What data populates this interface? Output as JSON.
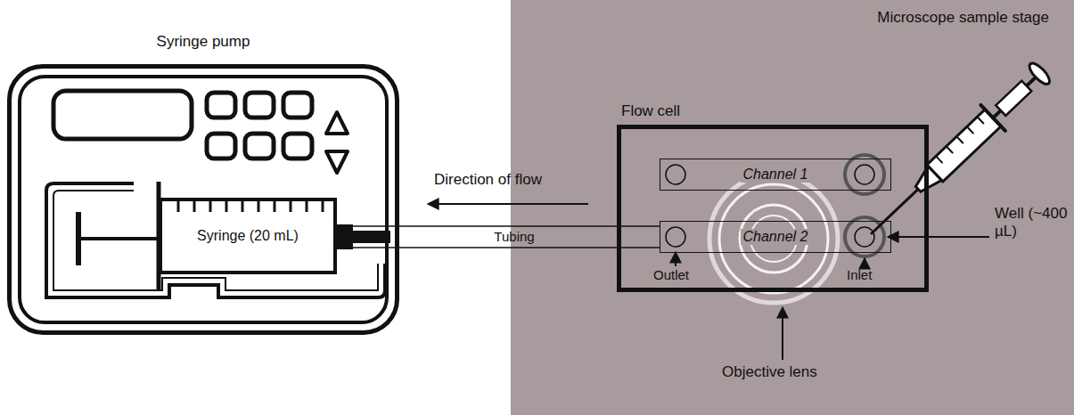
{
  "diagram": {
    "nodes": [
      {
        "text": [
          "Syringe pump"
        ]
      },
      {
        "text": [
          "Syringe (20 mL)"
        ],
        "in": 0
      },
      {
        "text": [
          "Microscope sample stage"
        ]
      },
      {
        "text": [
          "Flow cell"
        ],
        "in": 2
      },
      {
        "text": [
          "Channel 1"
        ],
        "in": 3
      },
      {
        "text": [
          "Channel 2"
        ],
        "in": 3
      }
    ],
    "edges": [
      {
        "from": 1,
        "to": 5,
        "label": "Tubing",
        "arrow": "none"
      }
    ],
    "labels": [
      "Direction of flow",
      "Well (~400 µL)",
      "Outlet",
      "Inlet",
      "Objective lens"
    ]
  }
}
